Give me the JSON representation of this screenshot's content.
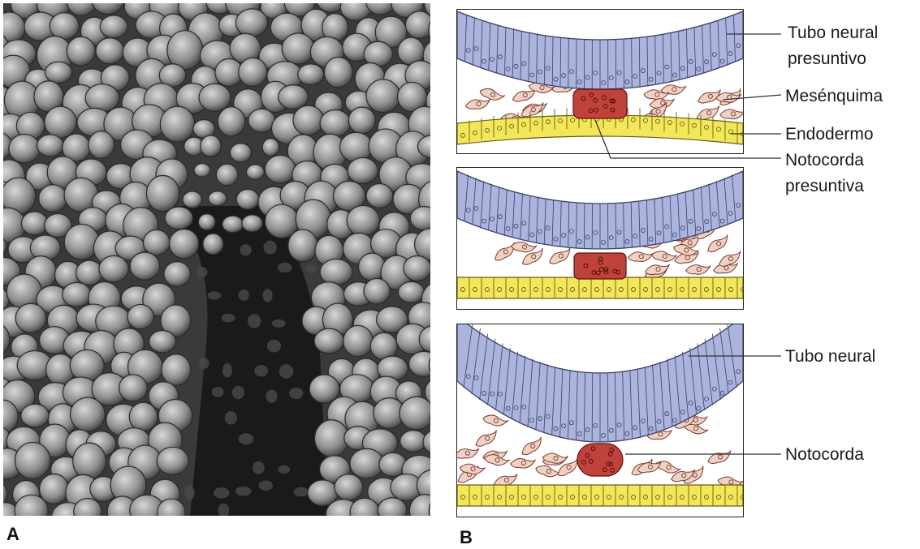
{
  "panels": {
    "a_letter": "A",
    "b_letter": "B"
  },
  "labels": {
    "tubo_neural_presuntivo_line1": "Tubo neural",
    "tubo_neural_presuntivo_line2": "presuntivo",
    "mesenquima": "Mesénquima",
    "endodermo": "Endodermo",
    "notocorda_presuntiva_line1": "Notocorda",
    "notocorda_presuntiva_line2": "presuntiva",
    "tubo_neural": "Tubo neural",
    "notocorda": "Notocorda"
  },
  "colors": {
    "neural": "#aab4dc",
    "neural_stroke": "#3b3f66",
    "notochord": "#c0423a",
    "endoderm": "#f2e65a",
    "mesenchyme": "#f0d2c4",
    "micrograph_base": "#3a3a3a"
  }
}
